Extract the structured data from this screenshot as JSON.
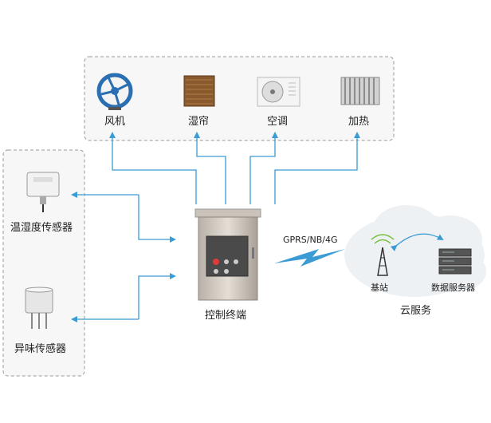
{
  "devices_top": [
    {
      "label": "风机",
      "icon": "fan-icon"
    },
    {
      "label": "湿帘",
      "icon": "wet-curtain-icon"
    },
    {
      "label": "空调",
      "icon": "air-conditioner-icon"
    },
    {
      "label": "加热",
      "icon": "heater-icon"
    }
  ],
  "sensors": [
    {
      "label": "温湿度传感器",
      "icon": "temp-humidity-sensor-icon"
    },
    {
      "label": "异味传感器",
      "icon": "odor-sensor-icon"
    }
  ],
  "controller": {
    "label": "控制终端",
    "icon": "control-terminal-icon"
  },
  "link": {
    "label": "GPRS/NB/4G"
  },
  "cloud": {
    "label": "云服务",
    "items": [
      {
        "label": "基站",
        "icon": "base-station-icon"
      },
      {
        "label": "数据服务器",
        "icon": "data-server-icon"
      }
    ]
  },
  "colors": {
    "arrow": "#3a9bd5",
    "box_border": "#999999",
    "box_fill": "#f7f7f7",
    "cloud": "#eef1f4"
  }
}
